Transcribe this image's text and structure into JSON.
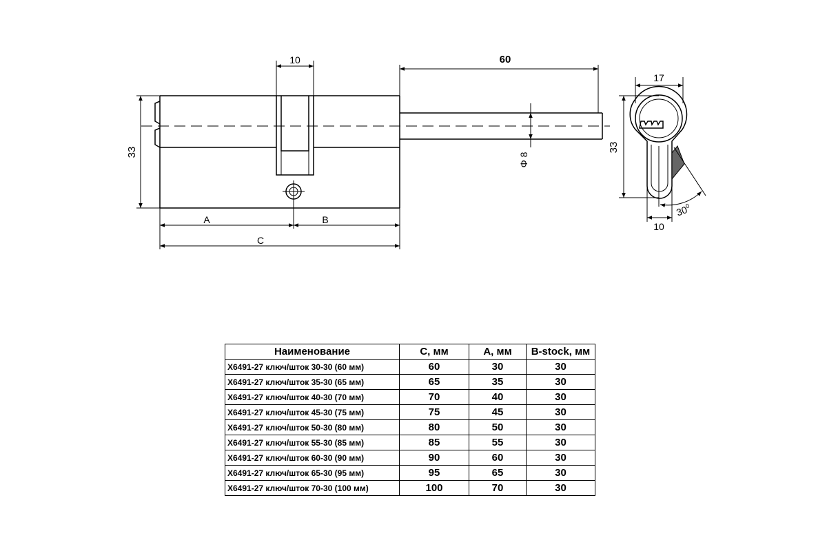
{
  "drawing": {
    "dimensions": {
      "cam_width": "10",
      "stem_length": "60",
      "height_left": "33",
      "length_a": "A",
      "length_b": "B",
      "length_c": "C",
      "stem_diameter": "Φ 8",
      "side_width": "17",
      "side_height": "33",
      "side_bottom": "10",
      "cam_angle": "30",
      "cam_angle_unit": "0"
    }
  },
  "table": {
    "headers": [
      "Наименование",
      "С, мм",
      "А, мм",
      "B-stock, мм"
    ],
    "rows": [
      [
        "Х6491-27 ключ/шток 30-30 (60 мм)",
        "60",
        "30",
        "30"
      ],
      [
        "Х6491-27 ключ/шток 35-30 (65 мм)",
        "65",
        "35",
        "30"
      ],
      [
        "Х6491-27 ключ/шток 40-30 (70 мм)",
        "70",
        "40",
        "30"
      ],
      [
        "Х6491-27 ключ/шток 45-30 (75 мм)",
        "75",
        "45",
        "30"
      ],
      [
        "Х6491-27 ключ/шток 50-30 (80 мм)",
        "80",
        "50",
        "30"
      ],
      [
        "Х6491-27 ключ/шток 55-30 (85 мм)",
        "85",
        "55",
        "30"
      ],
      [
        "Х6491-27 ключ/шток 60-30 (90 мм)",
        "90",
        "60",
        "30"
      ],
      [
        "Х6491-27 ключ/шток 65-30 (95 мм)",
        "95",
        "65",
        "30"
      ],
      [
        "Х6491-27 ключ/шток 70-30 (100 мм)",
        "100",
        "70",
        "30"
      ]
    ]
  }
}
